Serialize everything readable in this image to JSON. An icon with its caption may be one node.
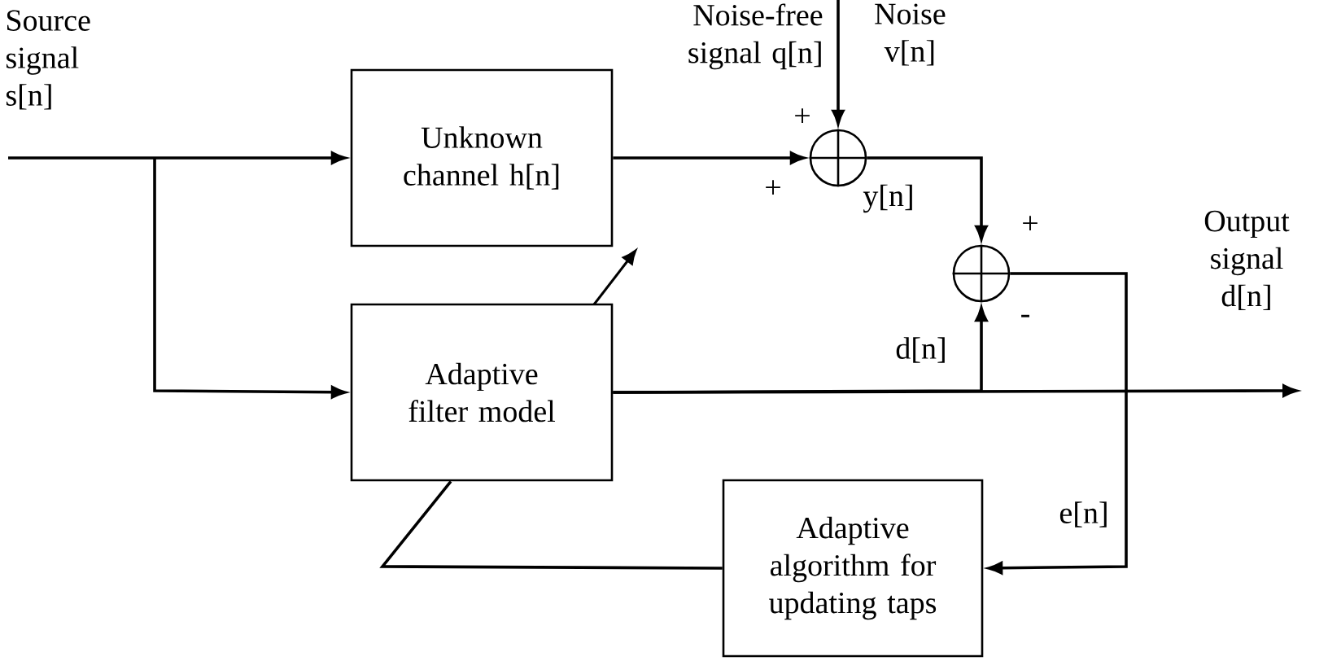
{
  "diagram": {
    "nodes": [
      {
        "text": [
          "Unknown channel h[n]"
        ]
      },
      {
        "text": [
          "Adaptive filter model"
        ]
      },
      {
        "text": [],
        "shape": "circle"
      },
      {
        "text": [],
        "shape": "circle"
      },
      {
        "text": [
          "Adaptive algorithm for updating taps"
        ]
      }
    ],
    "edges": [
      {
        "from": null,
        "to": 0,
        "arrow": "to"
      },
      {
        "from": null,
        "to": 1,
        "arrow": "to"
      },
      {
        "from": 0,
        "to": 2,
        "arrow": "to"
      },
      {
        "from": null,
        "to": 2,
        "arrow": "to"
      },
      {
        "from": 2,
        "to": 3,
        "arrow": "to",
        "label": "y[n]"
      },
      {
        "from": 1,
        "to": 3,
        "arrow": "to",
        "label": "d[n]"
      },
      {
        "from": 1,
        "to": null,
        "arrow": "to"
      },
      {
        "from": 3,
        "to": 4,
        "arrow": "to",
        "label": "e[n]"
      },
      {
        "from": 4,
        "to": 1,
        "arrow": "none"
      }
    ],
    "labels": [
      "Source signal s[n]",
      "Noise-free signal q[n]",
      "Noise v[n]",
      "+",
      "+",
      "+",
      "-",
      "Output signal d[n]"
    ]
  }
}
